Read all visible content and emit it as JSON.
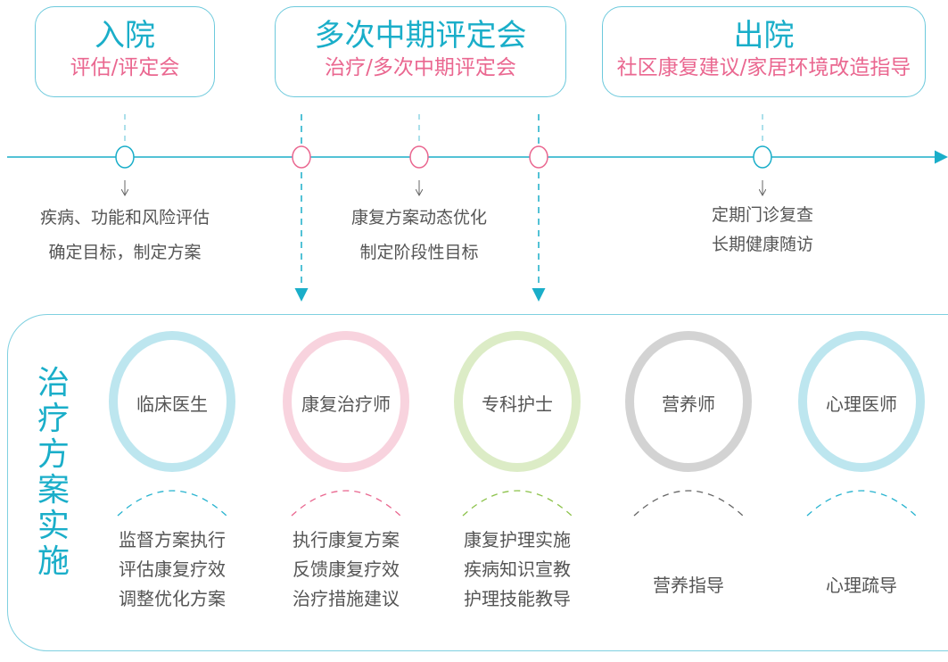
{
  "stages": [
    {
      "title": "入院",
      "subtitle": "评估/评定会",
      "notes": [
        "疾病、功能和风险评估",
        "确定目标，制定方案"
      ]
    },
    {
      "title": "多次中期评定会",
      "subtitle": "治疗/多次中期评定会",
      "notes": [
        "康复方案动态优化",
        "制定阶段性目标"
      ]
    },
    {
      "title": "出院",
      "subtitle": "社区康复建议/家居环境改造指导",
      "notes": [
        "定期门诊复查",
        "长期健康随访"
      ]
    }
  ],
  "implementation": {
    "label": "治疗方案实施",
    "roles": [
      {
        "name": "临床医生",
        "color": "#bde6ef",
        "arc": "#27b3cf",
        "duties": [
          "监督方案执行",
          "评估康复疗效",
          "调整优化方案"
        ]
      },
      {
        "name": "康复治疗师",
        "color": "#f8d3de",
        "arc": "#e9668f",
        "duties": [
          "执行康复方案",
          "反馈康复疗效",
          "治疗措施建议"
        ]
      },
      {
        "name": "专科护士",
        "color": "#dcecc6",
        "arc": "#8cc24a",
        "duties": [
          "康复护理实施",
          "疾病知识宣教",
          "护理技能教导"
        ]
      },
      {
        "name": "营养师",
        "color": "#d3d3d3",
        "arc": "#666666",
        "duties": [
          "营养指导"
        ]
      },
      {
        "name": "心理医师",
        "color": "#bde6ef",
        "arc": "#27b3cf",
        "duties": [
          "心理疏导"
        ]
      }
    ]
  },
  "colors": {
    "accent": "#1aaec9",
    "pink": "#ea6790"
  }
}
